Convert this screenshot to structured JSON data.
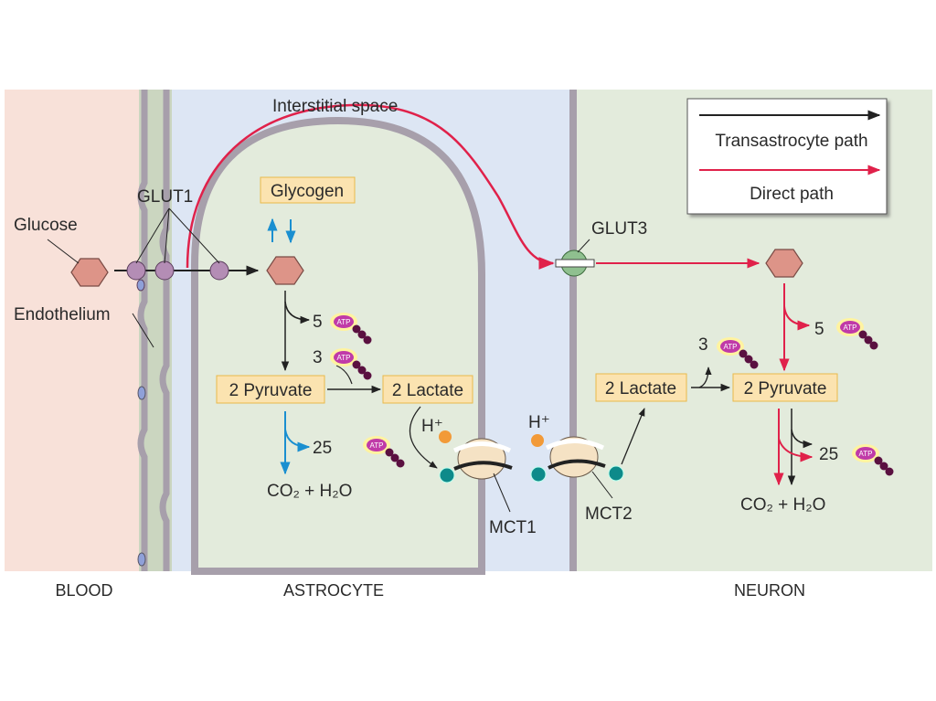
{
  "labels": {
    "interstitial_space": "Interstitial space",
    "glucose": "Glucose",
    "glut1": "GLUT1",
    "endothelium": "Endothelium",
    "glut3": "GLUT3",
    "mct1": "MCT1",
    "mct2": "MCT2",
    "h_plus": "H⁺"
  },
  "astrocyte": {
    "glycogen": "Glycogen",
    "pyruvate": "2 Pyruvate",
    "lactate": "2 Lactate",
    "atp_glycolysis": "5",
    "atp_lactate": "3",
    "atp_oxidative": "25",
    "products": "CO₂ + H₂O"
  },
  "neuron": {
    "lactate": "2 Lactate",
    "pyruvate": "2 Pyruvate",
    "atp_lactate": "3",
    "atp_glycolysis": "5",
    "atp_oxidative": "25",
    "products": "CO₂ + H₂O"
  },
  "legend": {
    "transastrocyte": "Transastrocyte path",
    "direct": "Direct path",
    "transastrocyte_color": "#222222",
    "direct_color": "#e0214a"
  },
  "atp_label": "ATP",
  "regions": {
    "blood": "BLOOD",
    "astrocyte": "ASTROCYTE",
    "neuron": "NEURON"
  },
  "colors": {
    "blood": "#f8e1d9",
    "interstitial": "#dde6f4",
    "cell": "#e3ebdc",
    "membrane": "#a79fab",
    "box": "#fbe3b0",
    "box_border": "#e8b94a",
    "glucose": "#dd9488",
    "oxidative_arrow": "#1a8fd0"
  }
}
